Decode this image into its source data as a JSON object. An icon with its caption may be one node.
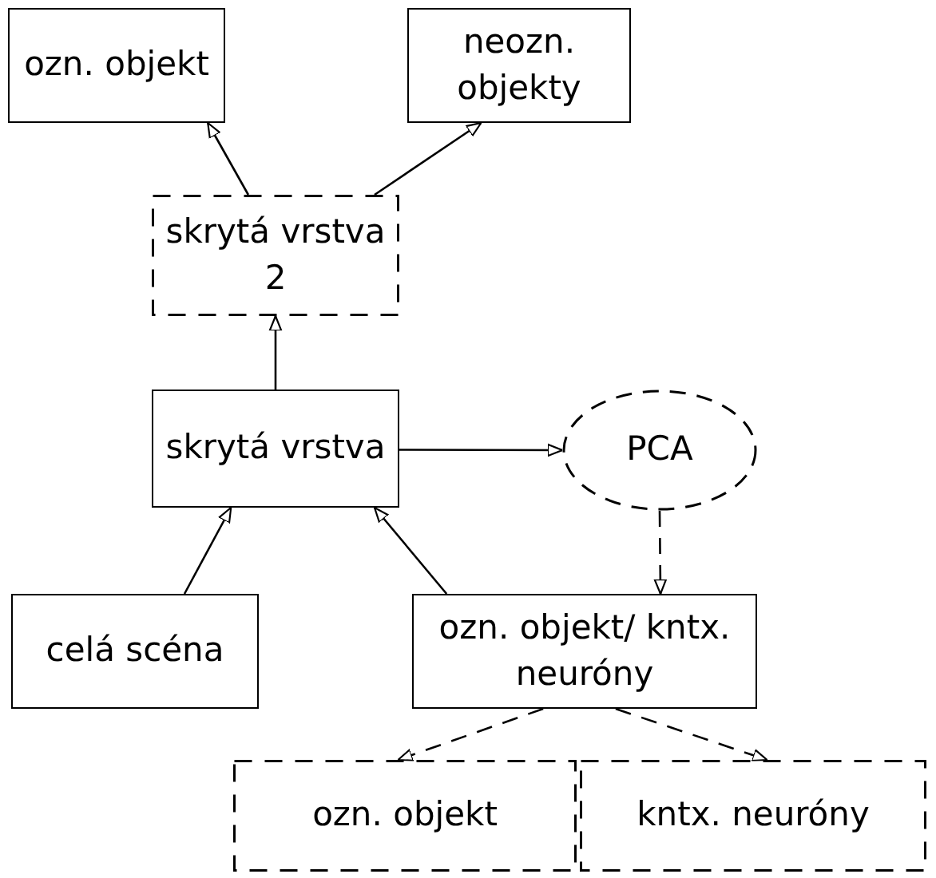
{
  "diagram": {
    "nodes": [
      {
        "text": [
          "ozn. objekt"
        ]
      },
      {
        "text": [
          "neozn. objekty"
        ]
      },
      {
        "text": [
          "skrytá vrstva 2"
        ]
      },
      {
        "text": [
          "skrytá vrstva"
        ]
      },
      {
        "text": [
          "PCA"
        ]
      },
      {
        "text": [
          "celá scéna"
        ]
      },
      {
        "text": [
          "ozn. objekt/ kntx. neuróny"
        ]
      },
      {
        "text": [
          "ozn. objekt"
        ]
      },
      {
        "text": [
          "kntx. neuróny"
        ]
      }
    ],
    "edges": [
      {
        "from": 2,
        "to": 0,
        "arrow": "to"
      },
      {
        "from": 2,
        "to": 1,
        "arrow": "to"
      },
      {
        "from": 3,
        "to": 2,
        "arrow": "to"
      },
      {
        "from": 3,
        "to": 4,
        "arrow": "to"
      },
      {
        "from": 4,
        "to": 6,
        "arrow": "to",
        "style": "dashed"
      },
      {
        "from": 5,
        "to": 3,
        "arrow": "to"
      },
      {
        "from": 6,
        "to": 3,
        "arrow": "to"
      },
      {
        "from": 6,
        "to": 7,
        "arrow": "to",
        "style": "dashed"
      },
      {
        "from": 6,
        "to": 8,
        "arrow": "to",
        "style": "dashed"
      }
    ]
  }
}
